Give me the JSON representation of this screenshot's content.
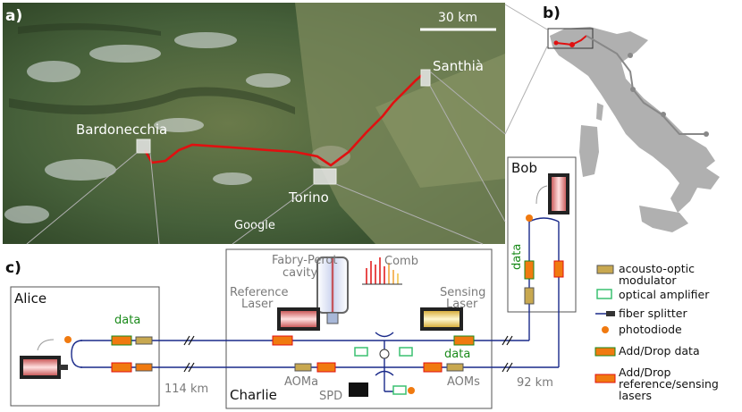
{
  "panels": {
    "a": "a)",
    "b": "b)",
    "c": "c)"
  },
  "map": {
    "scale": "30 km",
    "cities": {
      "bardonecchia": "Bardonecchia",
      "torino": "Torino",
      "santhia": "Santhià"
    },
    "credit": "Google"
  },
  "nodes": {
    "alice": "Alice",
    "bob": "Bob",
    "charlie": "Charlie"
  },
  "charlie_labels": {
    "fp1": "Fabry-Perot",
    "fp2": "cavity",
    "comb": "Comb",
    "ref1": "Reference",
    "ref2": "Laser",
    "sens1": "Sensing",
    "sens2": "Laser",
    "aoma": "AOMa",
    "aoms": "AOMs",
    "spd": "SPD"
  },
  "data_labels": {
    "alice": "data",
    "bob": "data",
    "charlie": "data"
  },
  "distances": {
    "left": "114 km",
    "right": "92 km"
  },
  "legend": {
    "aom1": "acousto-optic",
    "aom2": "modulator",
    "amp": "optical amplifier",
    "splitter": "fiber splitter",
    "pd": "photodiode",
    "adddrop": "Add/Drop data",
    "ref1": "Add/Drop",
    "ref2": "reference/sensing",
    "ref3": "lasers"
  },
  "colors": {
    "fiber": "#1a2a8a",
    "link": "#e01010",
    "data_green": "#1a8a1a",
    "adddrop_orange": "#f07a10",
    "aom_olive": "#b8a040",
    "amp_green": "#3ac070",
    "map_green": "#4c6a3a"
  }
}
